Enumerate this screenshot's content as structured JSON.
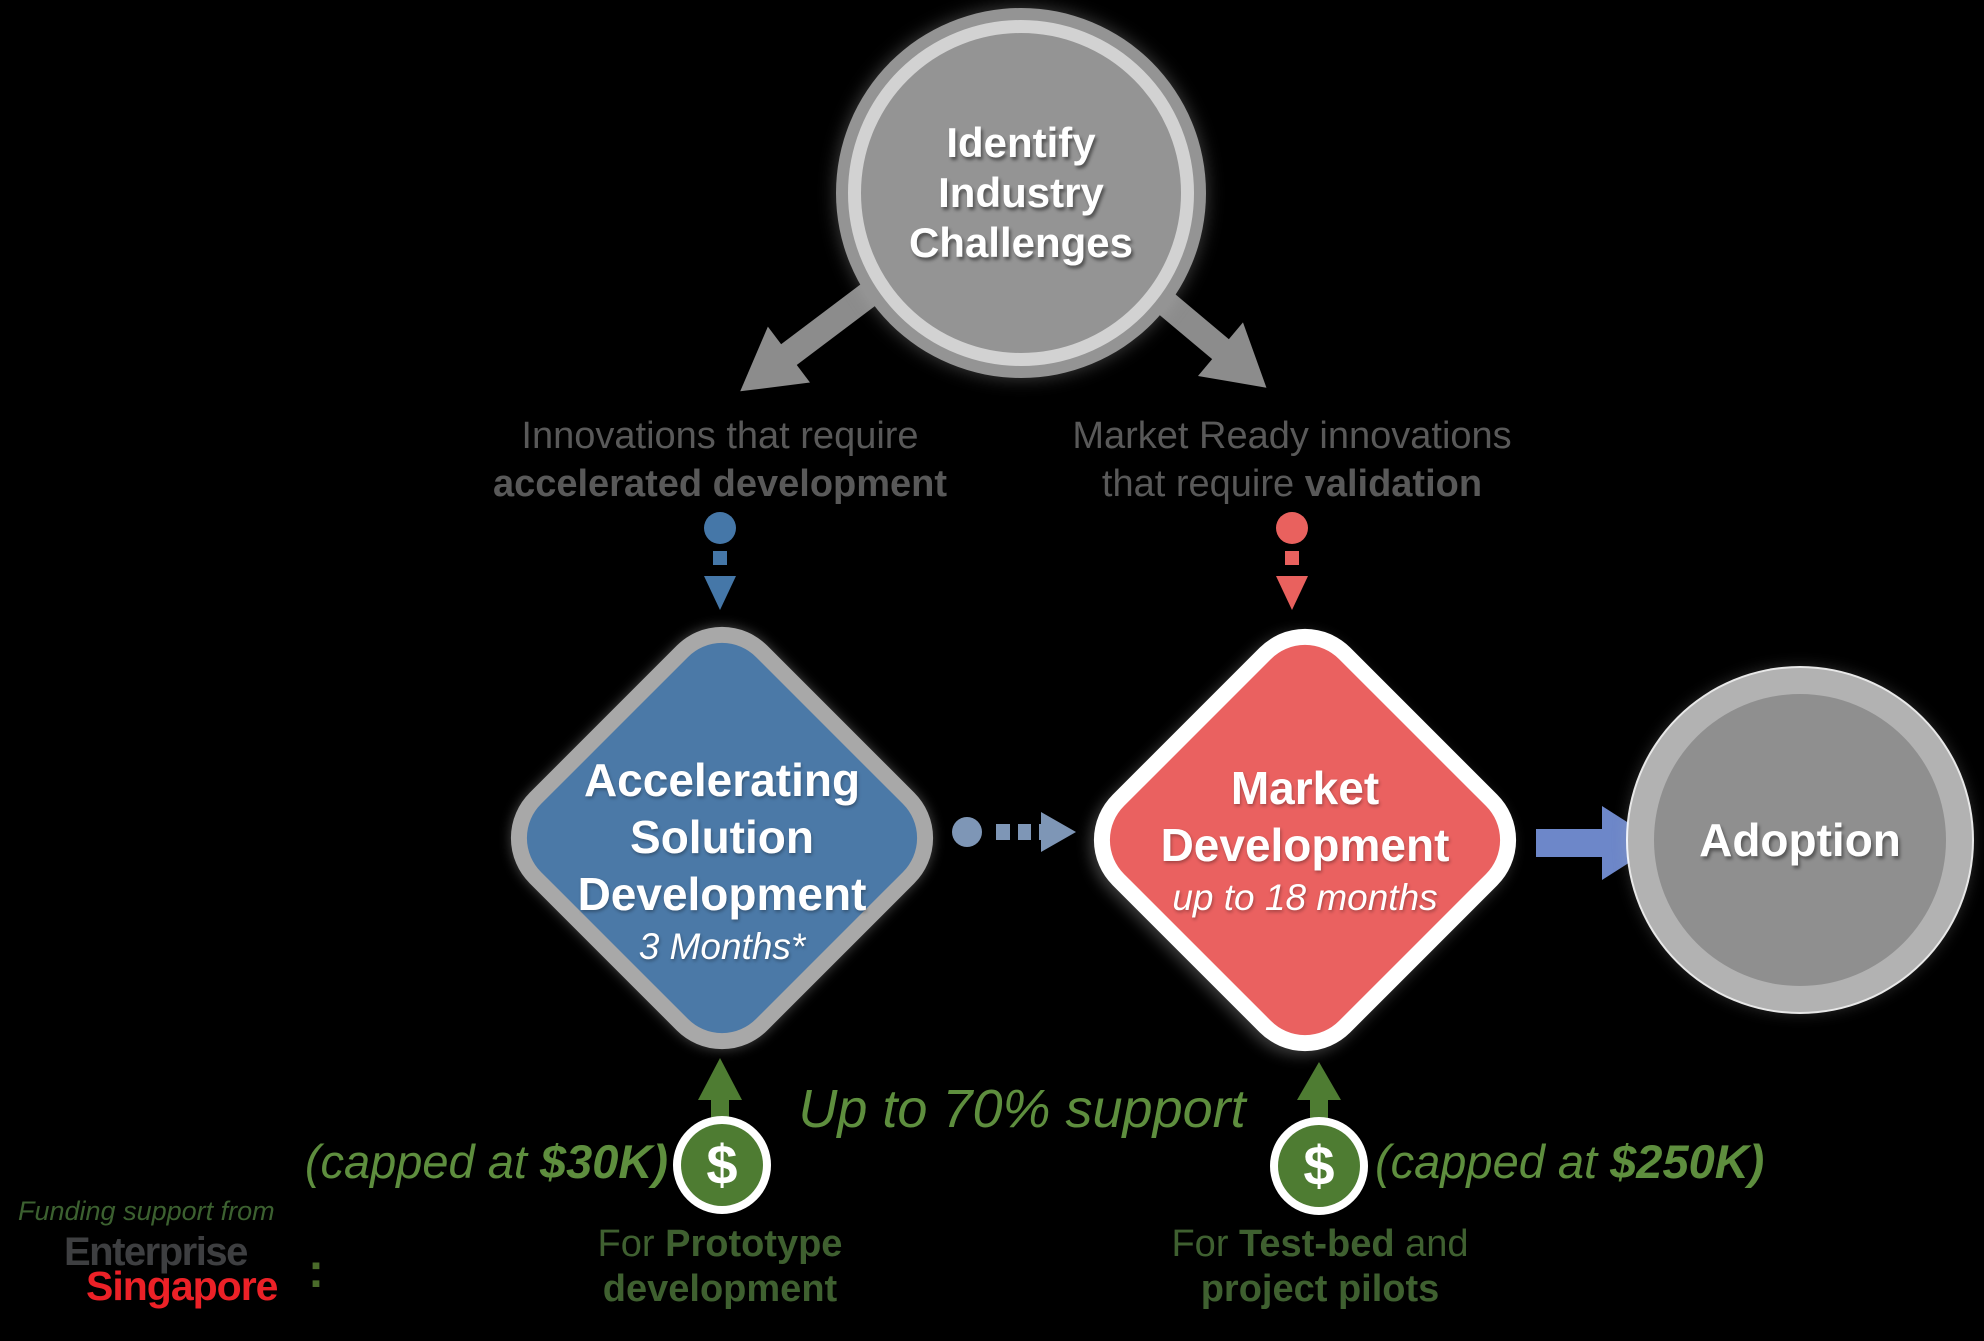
{
  "top_circle": {
    "line1": "Identify",
    "line2": "Industry",
    "line3": "Challenges"
  },
  "branch_left": {
    "line1": "Innovations that require",
    "line2": "accelerated development"
  },
  "branch_right": {
    "line1": "Market Ready innovations",
    "line2_prefix": "that require ",
    "line2_bold": "validation"
  },
  "diamond_left": {
    "line1": "Accelerating",
    "line2": "Solution",
    "line3": "Development",
    "duration": "3 Months*"
  },
  "diamond_right": {
    "line1": "Market",
    "line2": "Development",
    "duration": "up to 18 months"
  },
  "adoption": {
    "label": "Adoption"
  },
  "funding": {
    "note": "Up to 70% support",
    "left": {
      "cap_prefix": "(capped at ",
      "cap_amount": "$30K)",
      "dollar": "$",
      "desc_prefix": "For ",
      "desc_bold": "Prototype",
      "desc_line2": "development"
    },
    "right": {
      "cap_prefix": "(capped at ",
      "cap_amount": "$250K)",
      "dollar": "$",
      "desc_prefix": "For ",
      "desc_bold": "Test-bed",
      "desc_and": " and",
      "desc_line2": "project pilots"
    },
    "source": {
      "prefix": "Funding support from",
      "enterprise": "Enterprise",
      "singapore": "Singapore",
      "colon": ":"
    }
  },
  "colors": {
    "stage_background": "#000000",
    "circle_gray": "#949494",
    "circle_ring": "#d2d2d2",
    "arrow_gray": "#8c8c8c",
    "text_gray": "#595959",
    "diamond_blue": "#4b79a7",
    "diamond_blue_border": "#a8a8a8",
    "diamond_red": "#ea6160",
    "connector_blue": "#4577a8",
    "connector_red": "#e9615e",
    "dotted_steel_blue": "#7e96b6",
    "adoption_arrow_blue": "#6d87c9",
    "green_dark": "#3f6030",
    "green_bright": "#5e8e3e",
    "green_shape": "#4e7c32",
    "logo_red": "#ec2127",
    "logo_gray": "#3e3f41"
  }
}
